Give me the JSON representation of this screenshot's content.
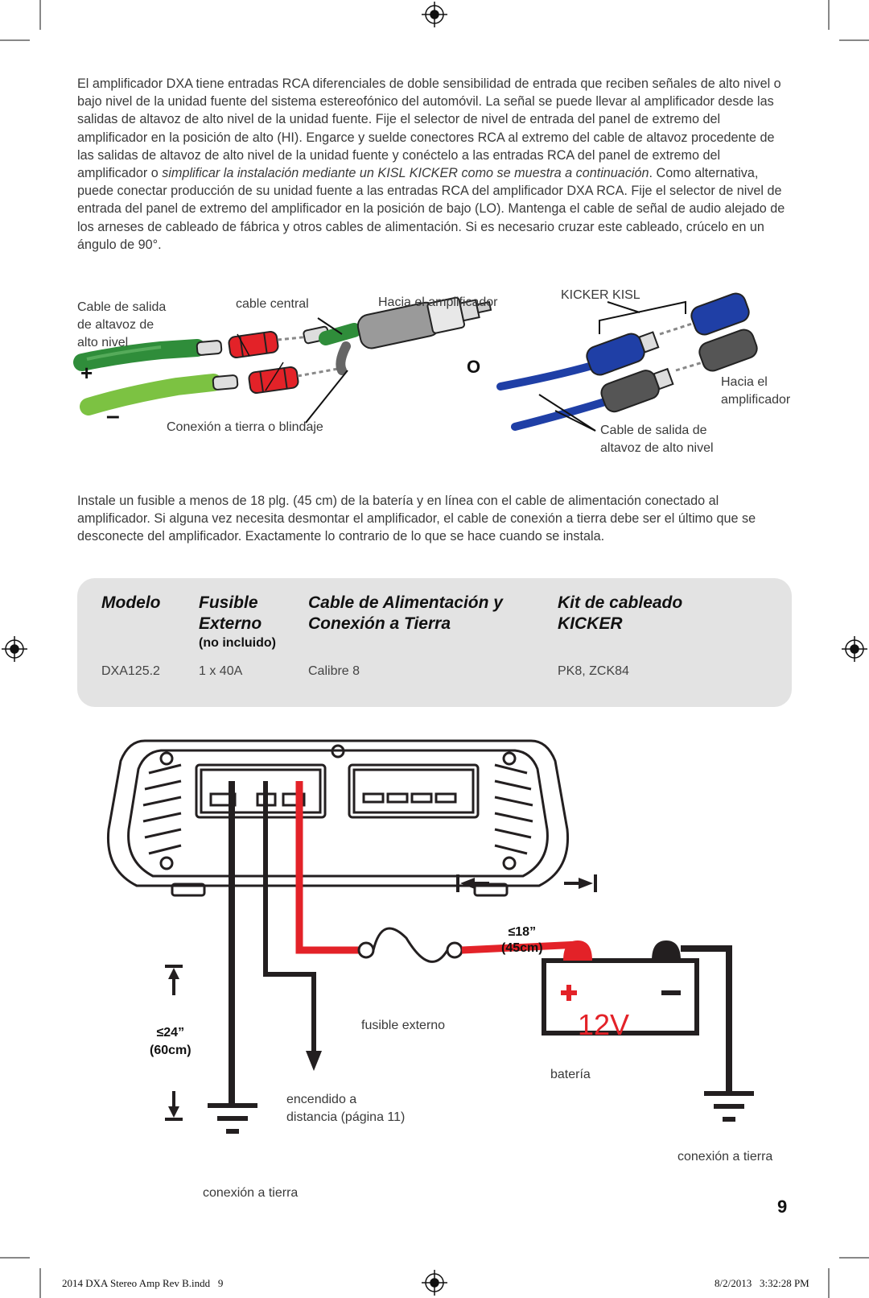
{
  "intro": {
    "part1": "El amplificador DXA tiene entradas RCA diferenciales de doble sensibilidad de entrada que reciben señales de alto nivel o bajo nivel de la unidad fuente del sistema estereofónico del automóvil. La señal se puede llevar al amplificador desde las salidas de altavoz de alto nivel de la unidad fuente. Fije el selector de nivel de entrada del panel de extremo del amplificador en la posición de alto (HI). Engarce y suelde conectores RCA al extremo del cable de altavoz procedente de las salidas de altavoz de alto nivel de la unidad fuente y conéctelo a las entradas RCA del panel de extremo del amplificador o ",
    "italic": "simplificar la instalación mediante un KISL KICKER como se muestra a continuación",
    "part2": ". Como alternativa, puede conectar producción de su unidad fuente a las entradas RCA del amplificador DXA RCA. Fije el selector de nivel de entrada del panel de extremo del amplificador en la posición de bajo (LO). Mantenga el cable de señal de audio alejado de los arneses de cableado de fábrica y otros cables de alimentación. Si es necesario cruzar este cableado, crúcelo en un ángulo de 90°."
  },
  "wiring_diagram": {
    "speaker_out_1": "Cable de salida",
    "speaker_out_2": "de altavoz de",
    "speaker_out_3": "alto nivel",
    "center_cable": "cable central",
    "to_amp": "Hacia el amplificador",
    "plus": "+",
    "minus": "–",
    "ground_shield": "Conexión a tierra o blindaje",
    "or": "O",
    "kisl": "KICKER KISL",
    "to_amp2_1": "Hacia el",
    "to_amp2_2": "amplificador",
    "speaker_out2_1": "Cable de salida de",
    "speaker_out2_2": "altavoz de alto nivel"
  },
  "fuse_paragraph": "Instale un fusible a menos de 18 plg. (45 cm) de la batería y en línea con el cable de alimentación conectado al amplificador. Si alguna vez necesita desmontar el amplificador, el cable de conexión a tierra debe ser el último que se desconecte del amplificador. Exactamente lo contrario de lo que se hace cuando se instala.",
  "table": {
    "headers": {
      "model": "Modelo",
      "fuse_1": "Fusible",
      "fuse_2": "Externo",
      "fuse_sub": "(no incluido)",
      "cable_1": "Cable de Alimentación y",
      "cable_2": "Conexión a Tierra",
      "kit_1": "Kit de cableado",
      "kit_2": "KICKER"
    },
    "row": {
      "model": "DXA125.2",
      "fuse": "1 x 40A",
      "cable": "Calibre 8",
      "kit": "PK8, ZCK84"
    }
  },
  "power_diagram": {
    "dist_18_1": "≤18”",
    "dist_18_2": "(45cm)",
    "dist_24_1": "≤24”",
    "dist_24_2": "(60cm)",
    "fuse_label": "fusible externo",
    "battery_voltage": "12V",
    "battery_label": "batería",
    "remote_1": "encendido a",
    "remote_2": "distancia (página 11)",
    "ground_left": "conexión a tierra",
    "ground_right": "conexión a tierra"
  },
  "page_number": "9",
  "footer": {
    "file": "2014 DXA Stereo Amp Rev B.indd   9",
    "date": "8/2/2013   3:32:28 PM"
  },
  "colors": {
    "red": "#e32228",
    "blue": "#1f3fa6",
    "green": "#2f8d3a",
    "lightgreen": "#7cc242",
    "dark": "#231f20"
  }
}
